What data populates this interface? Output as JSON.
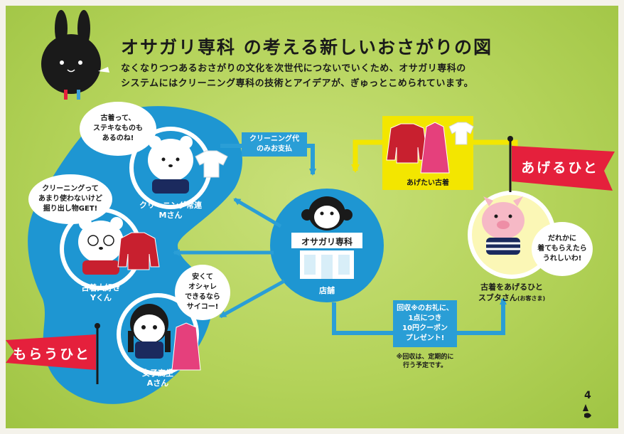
{
  "header": {
    "title_main": "オサガリ専科",
    "title_rest": " の考える新しいおさがりの図",
    "subtitle_line1": "なくなりつつあるおさがりの文化を次世代につないでいくため、オサガリ専科の",
    "subtitle_line2": "システムにはクリーニング専科の技術とアイデアが、ぎゅっとこめられています。"
  },
  "receivers": {
    "flag": "もらうひと",
    "m": {
      "name_line1": "クリーニング常連",
      "name_line2": "Mさん",
      "bubble": "古着って、\nステキなものも\nあるのね!"
    },
    "y": {
      "name_line1": "古着大好き",
      "name_line2": "Yくん",
      "bubble": "クリーニングって\nあまり使わないけど\n掘り出し物GET!"
    },
    "a": {
      "name_line1": "女子高生",
      "name_line2": "Aさん",
      "bubble": "安くて\nオシャレ\nできるなら\nサイコー!"
    }
  },
  "store": {
    "sign": "オサガリ専科",
    "label": "店舗"
  },
  "payment_box": "クリーニング代\nのみお支払",
  "clothes_box": "あげたい古着",
  "giver": {
    "flag": "あげるひと",
    "name_line1": "古着をあげるひと",
    "name_line2": "スブタさん",
    "name_note": "(お客さま)",
    "bubble": "だれかに\n着てもらえたら\nうれしいわ!"
  },
  "reward_box": "回収※のお礼に、\n1点につき\n10円クーポン\nプレゼント!",
  "footnote": "※回収は、定期的に\n行う予定です。",
  "page_number": "4",
  "colors": {
    "background": "#b4d35a",
    "blue_zone": "#1e96d2",
    "arrow_blue": "#2a9ed6",
    "yellow": "#f3e600",
    "flag_red": "#e5203c",
    "giver_zone": "#fbf7b6"
  }
}
